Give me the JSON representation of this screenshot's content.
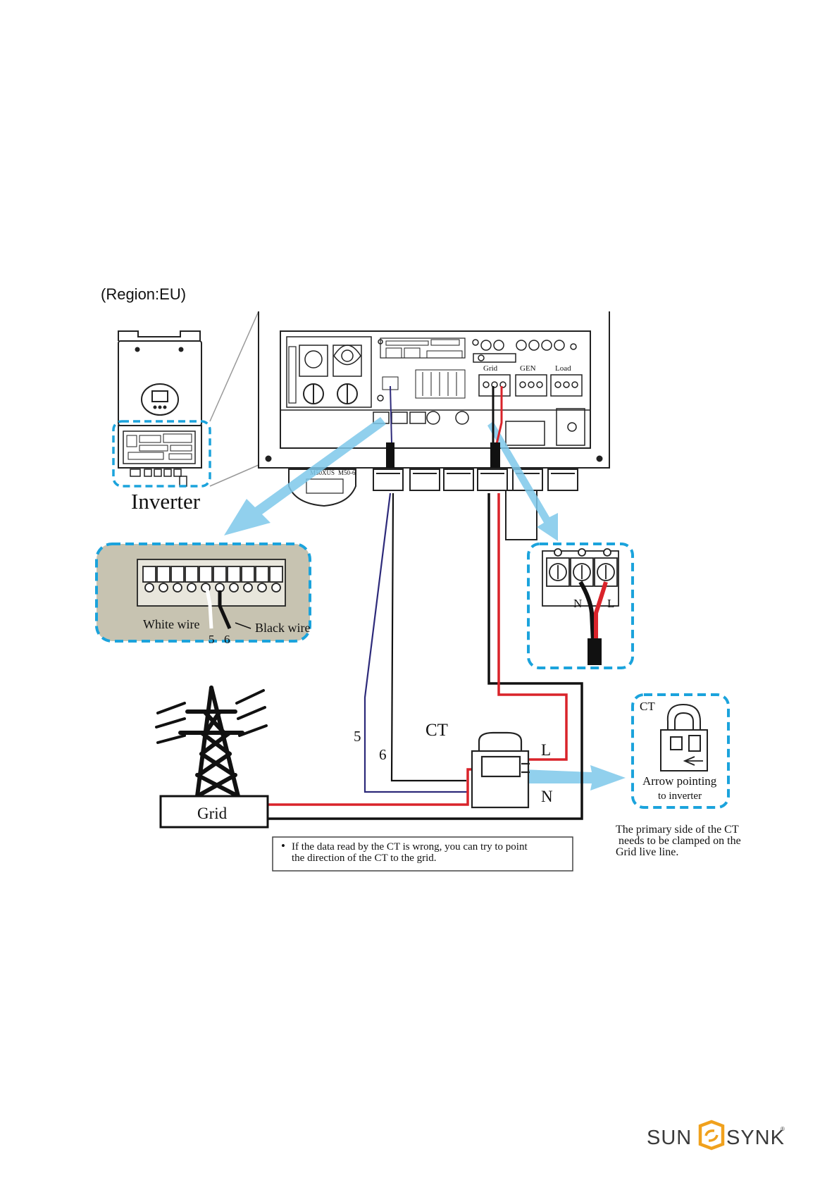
{
  "region_label": "(Region:EU)",
  "inverter_label": "Inverter",
  "terminal_labels": {
    "grid": "Grid",
    "gen": "GEN",
    "load": "Load"
  },
  "gland_labels": {
    "a": "M50XUS",
    "b": "M50-6"
  },
  "rj45_detail": {
    "white_wire_label": "White wire",
    "black_wire_label": "Black wire",
    "pin_5": "5",
    "pin_6": "6"
  },
  "grid_terminal_detail": {
    "n_label": "N",
    "l_label": "L"
  },
  "wiring": {
    "wire_5_label": "5",
    "wire_6_label": "6",
    "ct_label": "CT",
    "l_label": "L",
    "n_label": "N"
  },
  "grid_box_label": "Grid",
  "ct_detail": {
    "title": "CT",
    "arrow_text_1": "Arrow pointing",
    "arrow_text_2": "to inverter"
  },
  "primary_side_note": [
    "The primary side of the CT",
    "needs to be clamped on the",
    "Grid live line."
  ],
  "note_box": {
    "bullet": "•",
    "line_1": "If the data read by the CT is wrong, you can try to point",
    "line_2": "the direction of the CT to the grid."
  },
  "brand": {
    "left": "SUN",
    "right": "SYNK",
    "reg": "®"
  },
  "colors": {
    "detail_border": "#1ba3dc",
    "arrow_fill": "#7ec8ea",
    "wire_red": "#d9232a",
    "wire_blue": "#2d2a7a",
    "brand_orange": "#f0a11d",
    "brand_text": "#3a3a3a",
    "rj45_panel_bg": "#c7c3b1"
  }
}
